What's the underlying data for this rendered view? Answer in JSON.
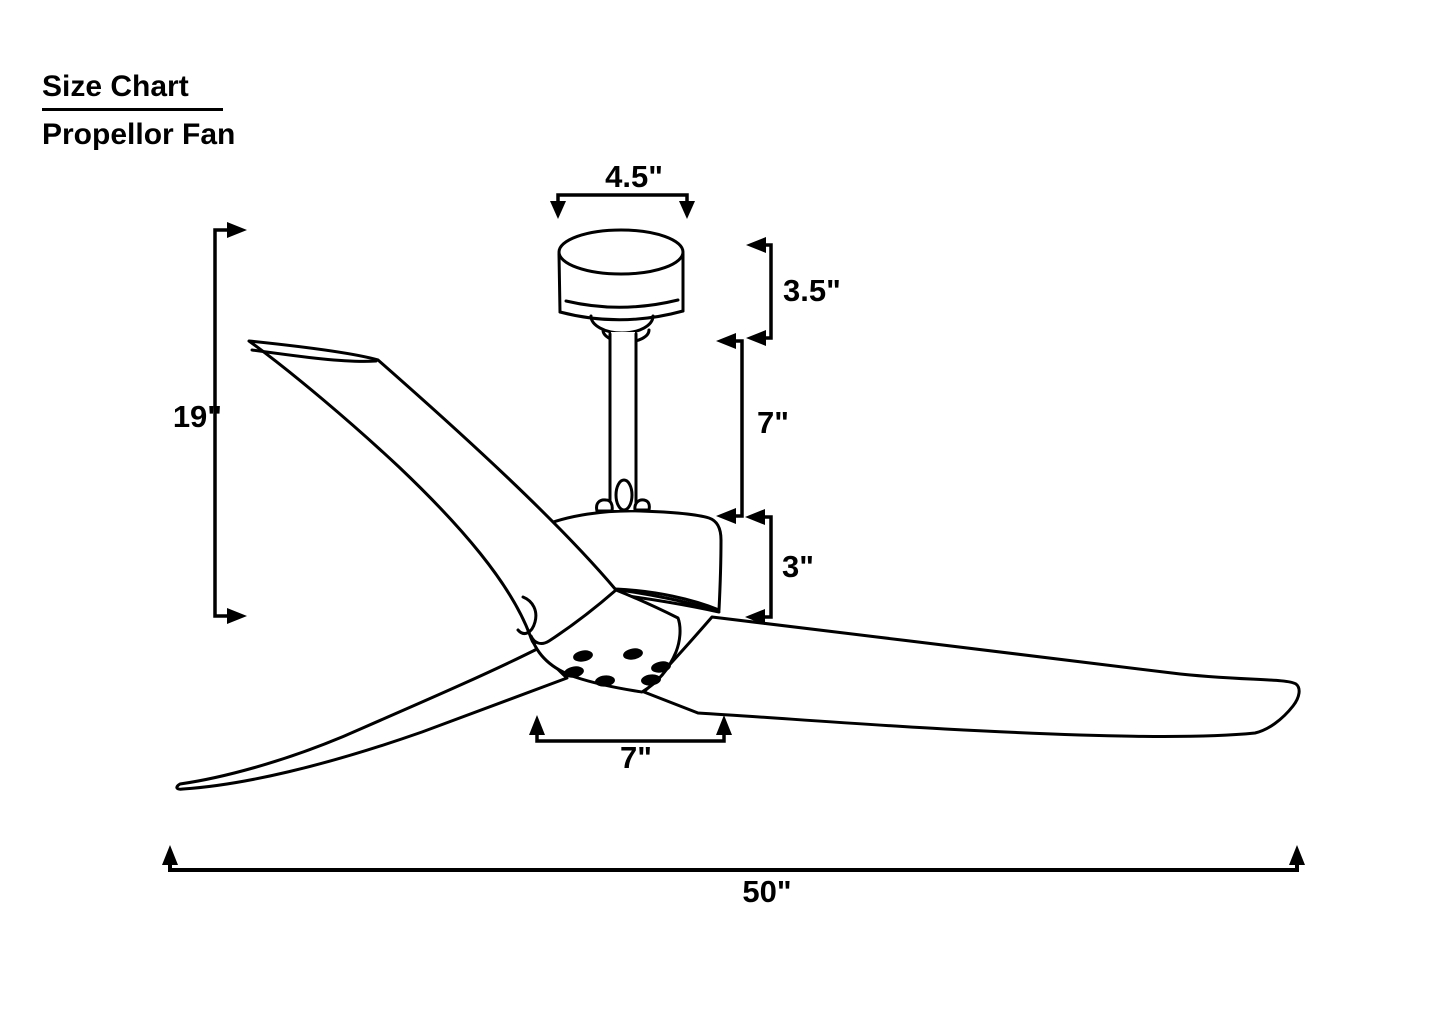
{
  "page": {
    "background_color": "#ffffff",
    "ink_color": "#000000"
  },
  "title": {
    "line1": "Size Chart",
    "line2": "Propellor Fan"
  },
  "diagram": {
    "subject": "propeller-ceiling-fan-side-view",
    "blade_count": 3,
    "dimensions": {
      "canopy_width": {
        "label": "4.5\"",
        "measures": "canopy width"
      },
      "canopy_height": {
        "label": "3.5\"",
        "measures": "canopy height"
      },
      "downrod_length": {
        "label": "7\"",
        "measures": "downrod length"
      },
      "motor_height": {
        "label": "3\"",
        "measures": "motor housing height"
      },
      "overall_height": {
        "label": "19\"",
        "measures": "overall fan height"
      },
      "hub_width": {
        "label": "7\"",
        "measures": "hub width"
      },
      "blade_span": {
        "label": "50\"",
        "measures": "blade sweep diameter"
      }
    }
  }
}
